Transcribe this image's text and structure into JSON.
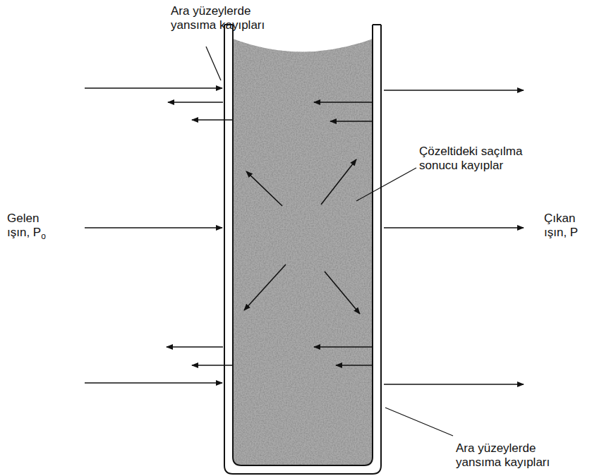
{
  "diagram": {
    "labels": [
      "Ara yüzeylerde yansıma kayıpları",
      "Çözeltideki saçılma sonucu kayıplar",
      "Gelen ışın, P",
      "o",
      "Çıkan ışın, P",
      "Ara yüzeylerde yansıma kayıpları"
    ]
  }
}
